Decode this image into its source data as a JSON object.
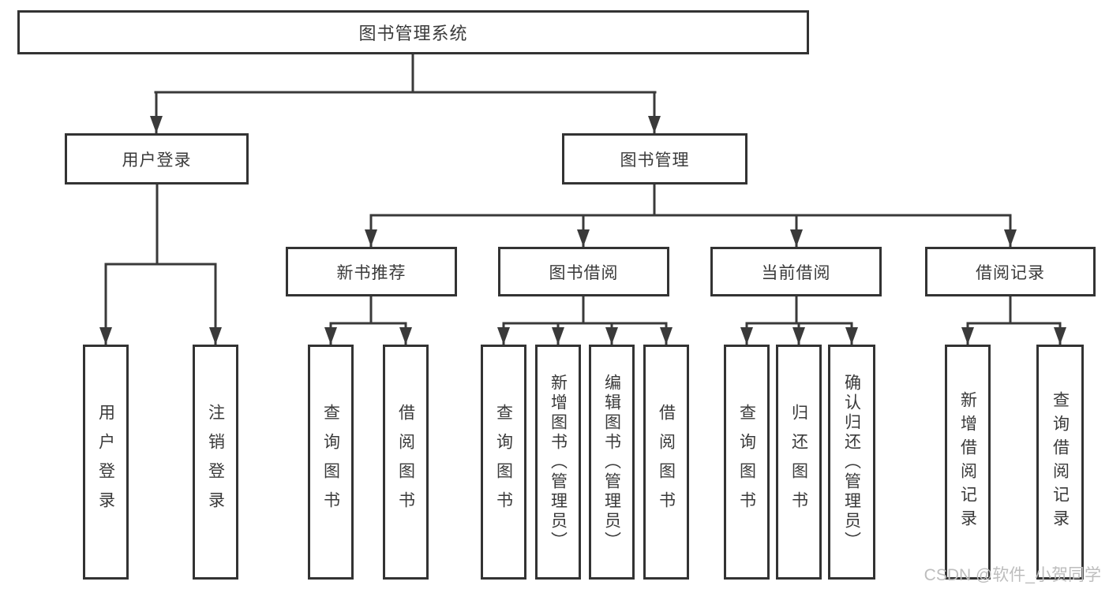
{
  "tree": {
    "root": {
      "label": "图书管理系统",
      "children": [
        {
          "label": "用户登录",
          "children": [
            {
              "label": "用户登录"
            },
            {
              "label": "注销登录"
            }
          ]
        },
        {
          "label": "图书管理",
          "children": [
            {
              "label": "新书推荐",
              "children": [
                {
                  "label": "查询图书"
                },
                {
                  "label": "借阅图书"
                }
              ]
            },
            {
              "label": "图书借阅",
              "children": [
                {
                  "label": "查询图书"
                },
                {
                  "label": "新增图书（管理员）"
                },
                {
                  "label": "编辑图书（管理员）"
                },
                {
                  "label": "借阅图书"
                }
              ]
            },
            {
              "label": "当前借阅",
              "children": [
                {
                  "label": "查询图书"
                },
                {
                  "label": "归还图书"
                },
                {
                  "label": "确认归还（管理员）"
                }
              ]
            },
            {
              "label": "借阅记录",
              "children": [
                {
                  "label": "新增借阅记录"
                },
                {
                  "label": "查询借阅记录"
                }
              ]
            }
          ]
        }
      ]
    }
  },
  "watermark": {
    "text": "CSDN @软件_小贺同学",
    "color": "#bdbdbd"
  },
  "colors": {
    "line": "#3a3a3a",
    "box_border": "#333333",
    "box_background": "#ffffff",
    "text": "#3a3a3a"
  }
}
